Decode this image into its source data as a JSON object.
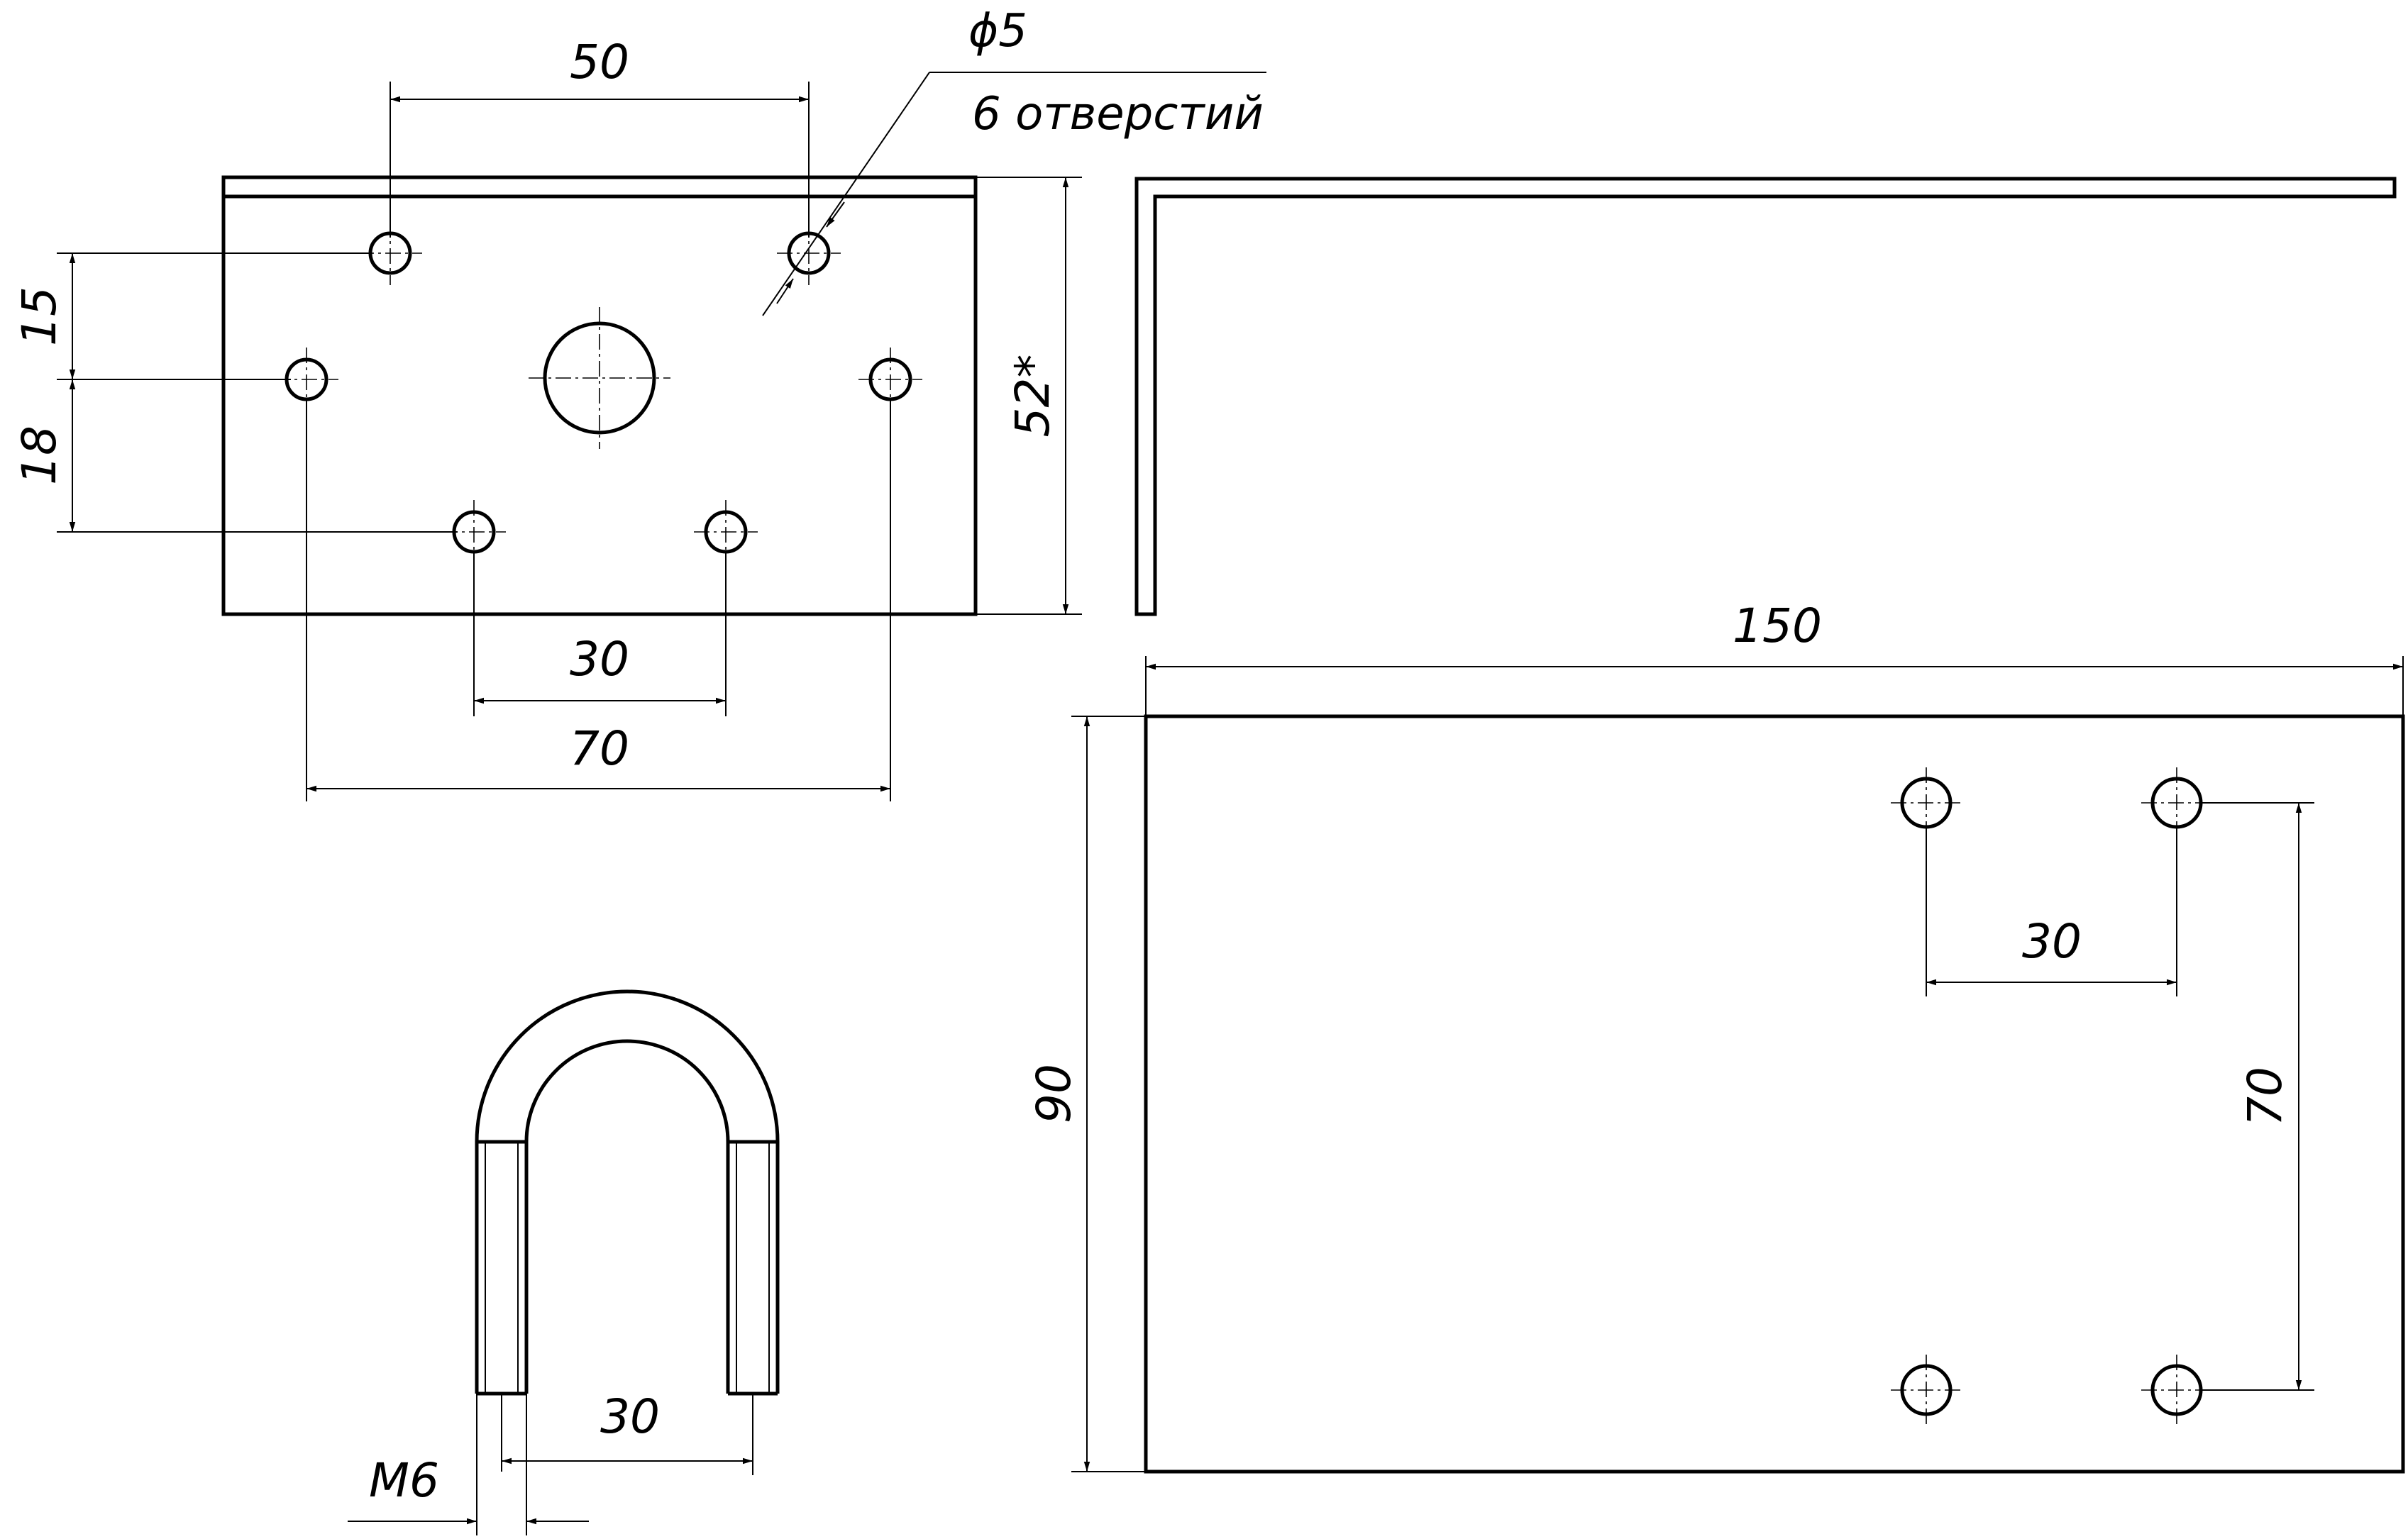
{
  "dimensions": {
    "d50": "50",
    "d_hole": "ϕ5",
    "holes_note": "6 отверстий",
    "d15": "15",
    "d18": "18",
    "d52": "52*",
    "d30_top": "30",
    "d70_top": "70",
    "d150": "150",
    "d90": "90",
    "d30_right": "30",
    "d70_right": "70",
    "d30_ubolt": "30",
    "m6": "M6"
  }
}
